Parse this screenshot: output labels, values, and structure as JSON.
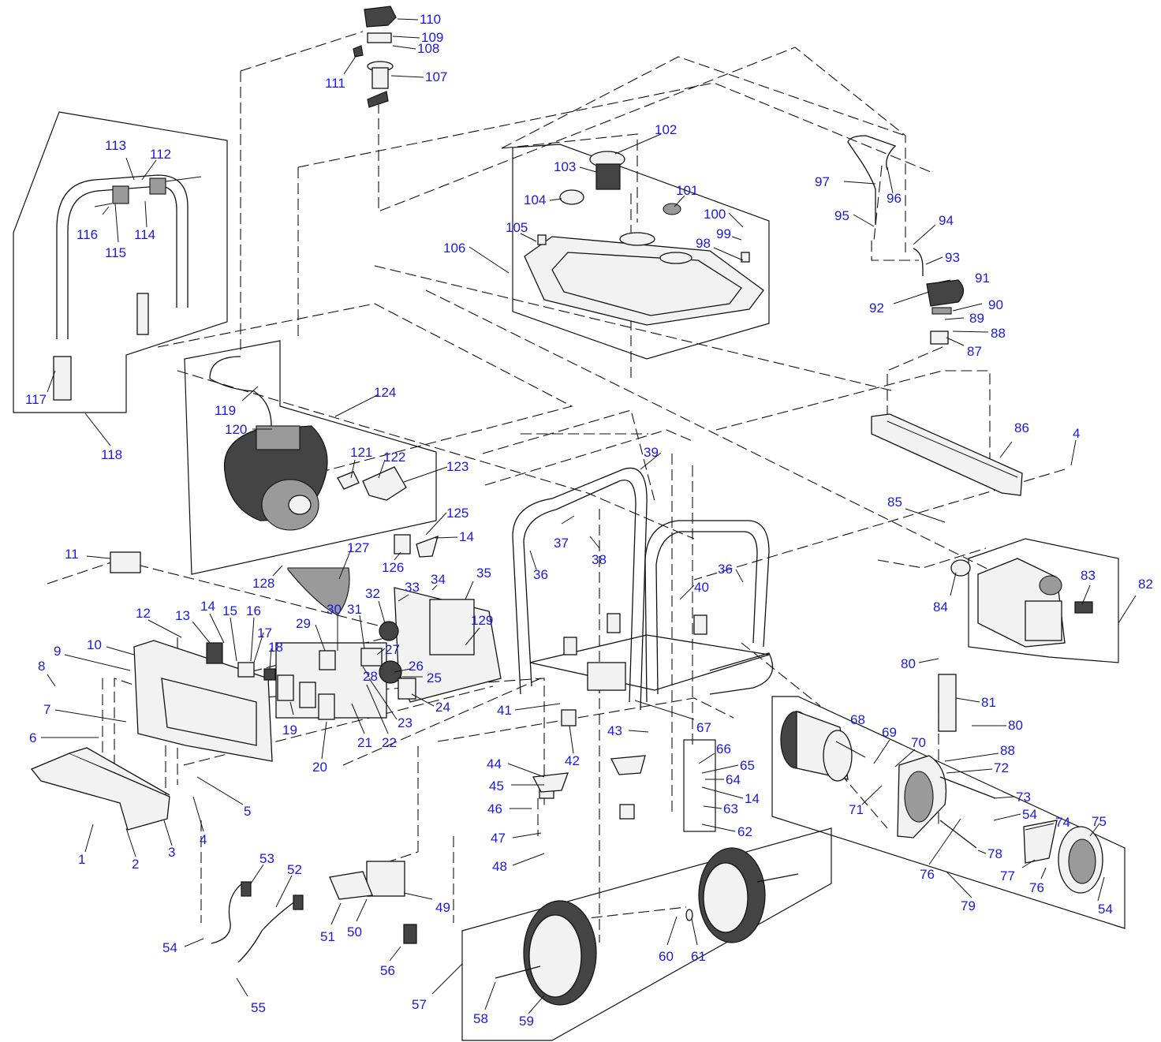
{
  "diagram": {
    "callouts": [
      {
        "id": "1",
        "text": "1"
      },
      {
        "id": "2",
        "text": "2"
      },
      {
        "id": "3",
        "text": "3"
      },
      {
        "id": "4",
        "text": "4"
      },
      {
        "id": "4b",
        "text": "4"
      },
      {
        "id": "5",
        "text": "5"
      },
      {
        "id": "6",
        "text": "6"
      },
      {
        "id": "7",
        "text": "7"
      },
      {
        "id": "8",
        "text": "8"
      },
      {
        "id": "9",
        "text": "9"
      },
      {
        "id": "10",
        "text": "10"
      },
      {
        "id": "11",
        "text": "11"
      },
      {
        "id": "12",
        "text": "12"
      },
      {
        "id": "13",
        "text": "13"
      },
      {
        "id": "14",
        "text": "14"
      },
      {
        "id": "14b",
        "text": "14"
      },
      {
        "id": "14c",
        "text": "14"
      },
      {
        "id": "15",
        "text": "15"
      },
      {
        "id": "16",
        "text": "16"
      },
      {
        "id": "17",
        "text": "17"
      },
      {
        "id": "18",
        "text": "18"
      },
      {
        "id": "19",
        "text": "19"
      },
      {
        "id": "20",
        "text": "20"
      },
      {
        "id": "21",
        "text": "21"
      },
      {
        "id": "22",
        "text": "22"
      },
      {
        "id": "23",
        "text": "23"
      },
      {
        "id": "24",
        "text": "24"
      },
      {
        "id": "25",
        "text": "25"
      },
      {
        "id": "26",
        "text": "26"
      },
      {
        "id": "27",
        "text": "27"
      },
      {
        "id": "28",
        "text": "28"
      },
      {
        "id": "29",
        "text": "29"
      },
      {
        "id": "30",
        "text": "30"
      },
      {
        "id": "31",
        "text": "31"
      },
      {
        "id": "32",
        "text": "32"
      },
      {
        "id": "33",
        "text": "33"
      },
      {
        "id": "34",
        "text": "34"
      },
      {
        "id": "35",
        "text": "35"
      },
      {
        "id": "36",
        "text": "36"
      },
      {
        "id": "36b",
        "text": "36"
      },
      {
        "id": "37",
        "text": "37"
      },
      {
        "id": "38",
        "text": "38"
      },
      {
        "id": "39",
        "text": "39"
      },
      {
        "id": "40",
        "text": "40"
      },
      {
        "id": "41",
        "text": "41"
      },
      {
        "id": "42",
        "text": "42"
      },
      {
        "id": "43",
        "text": "43"
      },
      {
        "id": "44",
        "text": "44"
      },
      {
        "id": "45",
        "text": "45"
      },
      {
        "id": "46",
        "text": "46"
      },
      {
        "id": "47",
        "text": "47"
      },
      {
        "id": "48",
        "text": "48"
      },
      {
        "id": "49",
        "text": "49"
      },
      {
        "id": "50",
        "text": "50"
      },
      {
        "id": "51",
        "text": "51"
      },
      {
        "id": "52",
        "text": "52"
      },
      {
        "id": "53",
        "text": "53"
      },
      {
        "id": "54",
        "text": "54"
      },
      {
        "id": "54b",
        "text": "54"
      },
      {
        "id": "54c",
        "text": "54"
      },
      {
        "id": "55",
        "text": "55"
      },
      {
        "id": "56",
        "text": "56"
      },
      {
        "id": "57",
        "text": "57"
      },
      {
        "id": "58",
        "text": "58"
      },
      {
        "id": "59",
        "text": "59"
      },
      {
        "id": "60",
        "text": "60"
      },
      {
        "id": "61",
        "text": "61"
      },
      {
        "id": "62",
        "text": "62"
      },
      {
        "id": "63",
        "text": "63"
      },
      {
        "id": "64",
        "text": "64"
      },
      {
        "id": "65",
        "text": "65"
      },
      {
        "id": "66",
        "text": "66"
      },
      {
        "id": "67",
        "text": "67"
      },
      {
        "id": "68",
        "text": "68"
      },
      {
        "id": "69",
        "text": "69"
      },
      {
        "id": "70",
        "text": "70"
      },
      {
        "id": "71",
        "text": "71"
      },
      {
        "id": "72",
        "text": "72"
      },
      {
        "id": "73",
        "text": "73"
      },
      {
        "id": "74",
        "text": "74"
      },
      {
        "id": "75",
        "text": "75"
      },
      {
        "id": "76",
        "text": "76"
      },
      {
        "id": "76b",
        "text": "76"
      },
      {
        "id": "77",
        "text": "77"
      },
      {
        "id": "78",
        "text": "78"
      },
      {
        "id": "79",
        "text": "79"
      },
      {
        "id": "80",
        "text": "80"
      },
      {
        "id": "80b",
        "text": "80"
      },
      {
        "id": "81",
        "text": "81"
      },
      {
        "id": "82",
        "text": "82"
      },
      {
        "id": "83",
        "text": "83"
      },
      {
        "id": "84",
        "text": "84"
      },
      {
        "id": "85",
        "text": "85"
      },
      {
        "id": "86",
        "text": "86"
      },
      {
        "id": "87",
        "text": "87"
      },
      {
        "id": "88",
        "text": "88"
      },
      {
        "id": "88b",
        "text": "88"
      },
      {
        "id": "89",
        "text": "89"
      },
      {
        "id": "90",
        "text": "90"
      },
      {
        "id": "91",
        "text": "91"
      },
      {
        "id": "92",
        "text": "92"
      },
      {
        "id": "93",
        "text": "93"
      },
      {
        "id": "94",
        "text": "94"
      },
      {
        "id": "95",
        "text": "95"
      },
      {
        "id": "96",
        "text": "96"
      },
      {
        "id": "97",
        "text": "97"
      },
      {
        "id": "98",
        "text": "98"
      },
      {
        "id": "99",
        "text": "99"
      },
      {
        "id": "100",
        "text": "100"
      },
      {
        "id": "101",
        "text": "101"
      },
      {
        "id": "102",
        "text": "102"
      },
      {
        "id": "103",
        "text": "103"
      },
      {
        "id": "104",
        "text": "104"
      },
      {
        "id": "105",
        "text": "105"
      },
      {
        "id": "106",
        "text": "106"
      },
      {
        "id": "107",
        "text": "107"
      },
      {
        "id": "108",
        "text": "108"
      },
      {
        "id": "109",
        "text": "109"
      },
      {
        "id": "110",
        "text": "110"
      },
      {
        "id": "111",
        "text": "111"
      },
      {
        "id": "112",
        "text": "112"
      },
      {
        "id": "113",
        "text": "113"
      },
      {
        "id": "114",
        "text": "114"
      },
      {
        "id": "115",
        "text": "115"
      },
      {
        "id": "116",
        "text": "116"
      },
      {
        "id": "117",
        "text": "117"
      },
      {
        "id": "118",
        "text": "118"
      },
      {
        "id": "119",
        "text": "119"
      },
      {
        "id": "120",
        "text": "120"
      },
      {
        "id": "121",
        "text": "121"
      },
      {
        "id": "122",
        "text": "122"
      },
      {
        "id": "123",
        "text": "123"
      },
      {
        "id": "124",
        "text": "124"
      },
      {
        "id": "125",
        "text": "125"
      },
      {
        "id": "126",
        "text": "126"
      },
      {
        "id": "127",
        "text": "127"
      },
      {
        "id": "128",
        "text": "128"
      },
      {
        "id": "129",
        "text": "129"
      }
    ],
    "colors": {
      "callout": "#1a1adb",
      "line": "#111111",
      "background": "#ffffff"
    }
  }
}
